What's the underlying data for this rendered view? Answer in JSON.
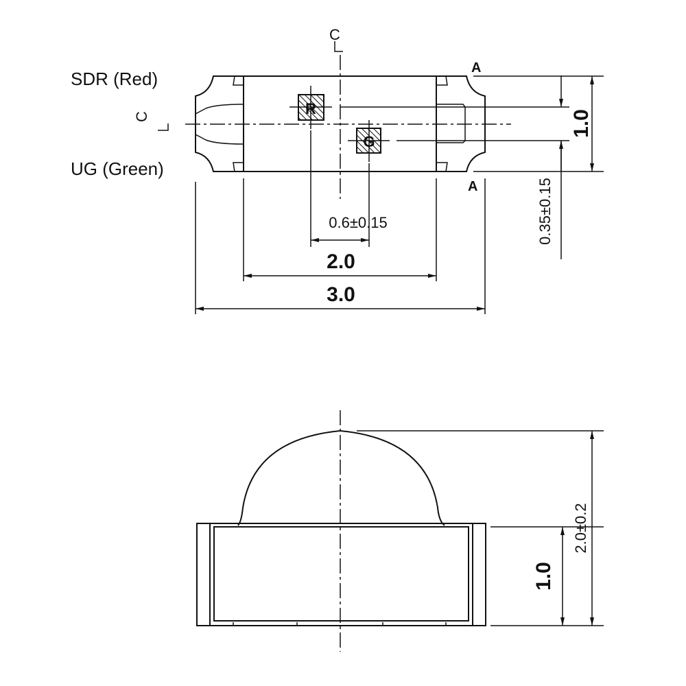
{
  "top_view": {
    "labels": {
      "sdr": "SDR (Red)",
      "ug": "UG (Green)",
      "chip_r": "R",
      "chip_g": "G",
      "section_a_top": "A",
      "section_a_bottom": "A",
      "centerline": "C"
    },
    "dimensions": {
      "height": "1.0",
      "offset": "0.35±0.15",
      "chip_pitch": "0.6±0.15",
      "inner_width": "2.0",
      "total_width": "3.0"
    }
  },
  "side_view": {
    "dimensions": {
      "total_height": "2.0±0.2",
      "body_height": "1.0"
    }
  }
}
